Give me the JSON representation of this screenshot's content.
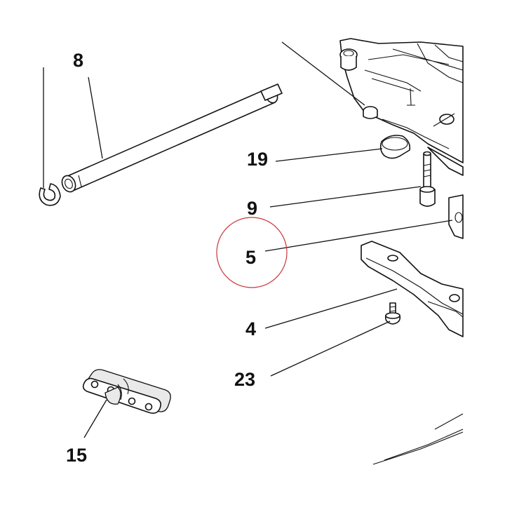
{
  "callouts": {
    "c8": "8",
    "c19": "19",
    "c9": "9",
    "c5": "5",
    "c4": "4",
    "c23": "23",
    "c15": "15"
  },
  "colors": {
    "highlight_circle": "#c8343a",
    "line_art": "#111111"
  }
}
